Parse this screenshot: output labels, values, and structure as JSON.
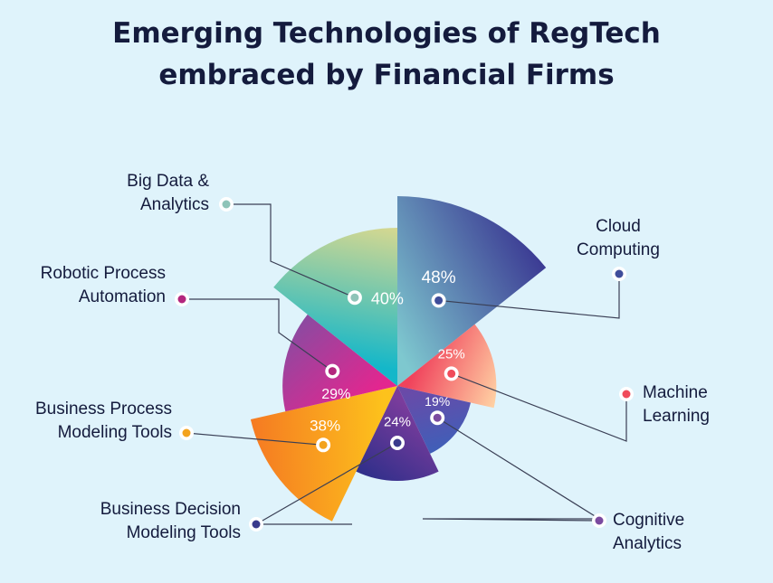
{
  "title_lines": [
    "Emerging Technologies of RegTech",
    "embraced by Financial Firms"
  ],
  "chart_data": {
    "type": "pie",
    "title": "Emerging Technologies of RegTech embraced by Financial Firms",
    "value_unit": "%",
    "slices": [
      {
        "label_lines": [
          "Cloud",
          "Computing"
        ],
        "value": 48,
        "display": "48%",
        "color_start": "#7ec8cf",
        "color_end": "#3b3a93"
      },
      {
        "label_lines": [
          "Machine",
          "Learning"
        ],
        "value": 25,
        "display": "25%",
        "color_start": "#f0435c",
        "color_end": "#ffd2a4"
      },
      {
        "label_lines": [
          "Cognitive",
          "Analytics"
        ],
        "value": 19,
        "display": "19%",
        "color_start": "#6a4aa8",
        "color_end": "#3f5fb8"
      },
      {
        "label_lines": [
          "Business Decision",
          "Modeling Tools"
        ],
        "value": 24,
        "display": "24%",
        "color_start": "#7b3c9c",
        "color_end": "#2f2f8a"
      },
      {
        "label_lines": [
          "Business Process",
          "Modeling Tools"
        ],
        "value": 38,
        "display": "38%",
        "color_start": "#fdc21c",
        "color_end": "#f57a22"
      },
      {
        "label_lines": [
          "Robotic Process",
          "Automation"
        ],
        "value": 29,
        "display": "29%",
        "color_start": "#e3268f",
        "color_end": "#8b4aa1"
      },
      {
        "label_lines": [
          "Big Data &",
          "Analytics"
        ],
        "value": 40,
        "display": "40%",
        "color_start": "#14b7c9",
        "color_end": "#d6d890"
      }
    ],
    "dot_colors": [
      "#3f4d9a",
      "#f04b5a",
      "#7b4aa0",
      "#3a3a8c",
      "#f3a31e",
      "#b3267e",
      "#8fc4b8"
    ]
  }
}
